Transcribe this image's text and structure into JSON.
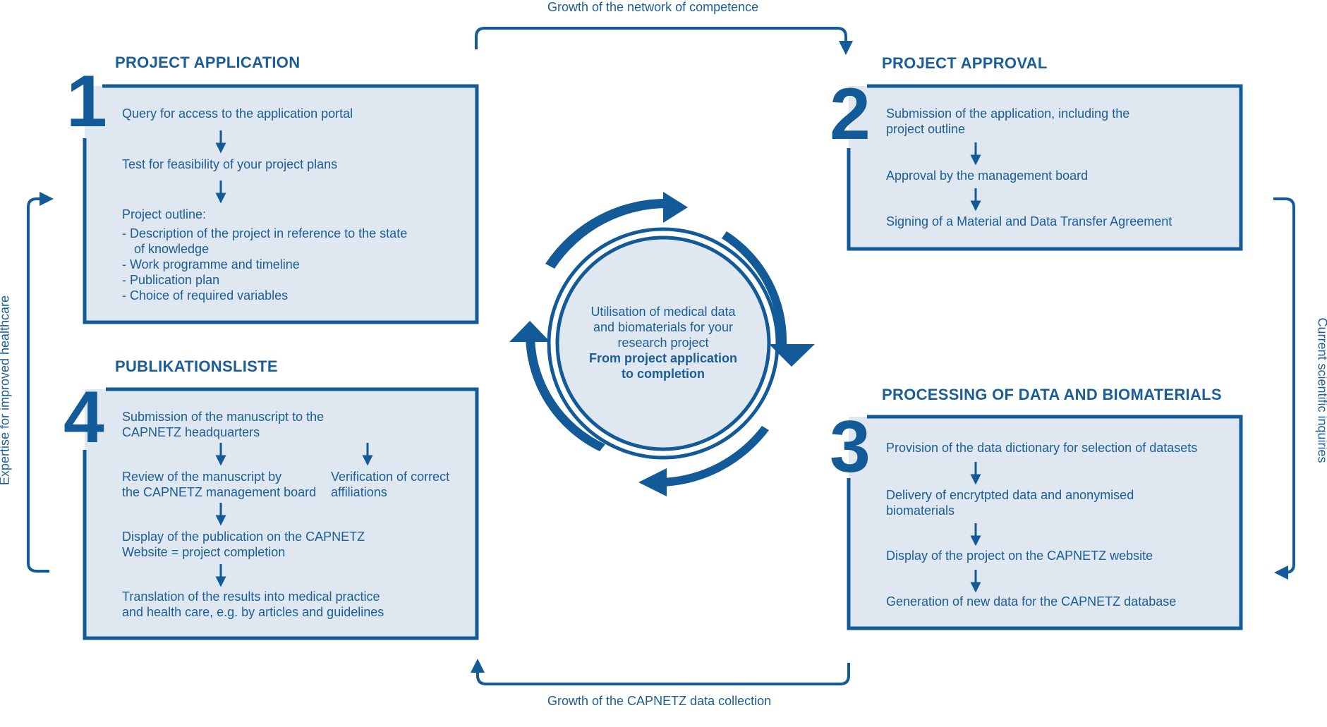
{
  "flow_labels": {
    "top": "Growth of the network of competence",
    "bottom": "Growth of the CAPNETZ data collection",
    "left": "Expertise for improved healthcare",
    "right": "Current scientific inquiries"
  },
  "center": {
    "lines": [
      "Utilisation of medical data",
      "and biomaterials for your",
      "research project"
    ],
    "bold_lines": [
      "From project application",
      "to completion"
    ]
  },
  "sections": {
    "s1": {
      "number": "1",
      "title": "PROJECT APPLICATION",
      "steps": {
        "query": "Query for access to the application portal",
        "test": "Test for feasibility of your project plans",
        "outline": "Project outline:",
        "b1a": "-  Description of the project in reference to the state",
        "b1b": "of knowledge",
        "b2": "-  Work programme and timeline",
        "b3": "-  Publication plan",
        "b4": "-  Choice of required variables"
      }
    },
    "s2": {
      "number": "2",
      "title": "PROJECT APPROVAL",
      "steps": {
        "sub_a": "Submission of the application, including the",
        "sub_b": "project outline",
        "approval": "Approval by the management board",
        "signing": "Signing of a Material and Data Transfer Agreement"
      }
    },
    "s3": {
      "number": "3",
      "title": "PROCESSING OF DATA AND BIOMATERIALS",
      "steps": {
        "provision": "Provision of the data dictionary for selection of datasets",
        "delivery_a": "Delivery of encrytpted data and anonymised",
        "delivery_b": "biomaterials",
        "display": "Display of the project on the CAPNETZ website",
        "generation": "Generation of new data for the CAPNETZ database"
      }
    },
    "s4": {
      "number": "4",
      "title": "PUBLIKATIONSLISTE",
      "steps": {
        "sub_a": "Submission of the manuscript to the",
        "sub_b": "CAPNETZ headquarters",
        "review_a": "Review of the manuscript by",
        "review_b": "the CAPNETZ management board",
        "verif_a": "Verification of correct",
        "verif_b": "affiliations",
        "display_a": "Display of the publication on the CAPNETZ",
        "display_b": "Website = project completion",
        "transl_a": "Translation of the results into medical practice",
        "transl_b": "and health care, e.g. by articles and guidelines"
      }
    }
  },
  "colors": {
    "primary": "#125a98",
    "box_fill": "#dfe7f0",
    "text": "#1b5d97"
  }
}
